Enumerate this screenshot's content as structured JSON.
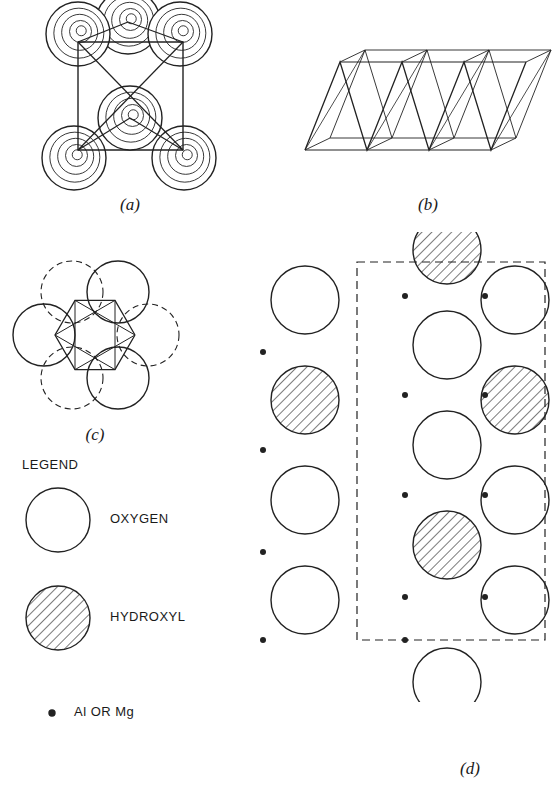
{
  "diagram": {
    "labels": [
      "(a)",
      "(b)",
      "(c)",
      "LEGEND",
      "(d)"
    ],
    "legend": [
      {
        "text": "OXYGEN"
      },
      {
        "text": "HYDROXYL"
      },
      {
        "text": "Al OR Mg"
      }
    ]
  }
}
